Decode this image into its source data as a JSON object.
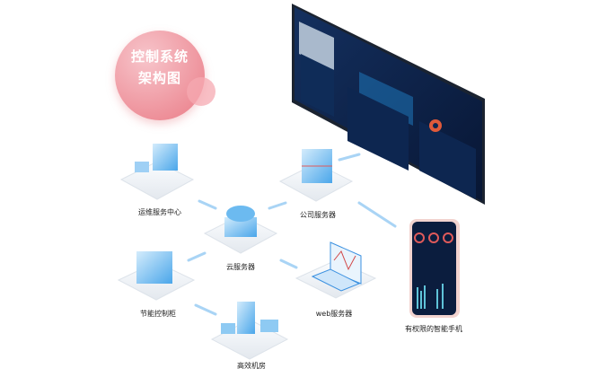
{
  "title": {
    "line1": "控制系统",
    "line2": "架构图"
  },
  "nodes": {
    "ops_center": "运维服务中心",
    "company_server": "公司服务器",
    "cloud_server": "云服务器",
    "energy_cabinet": "节能控制柜",
    "web_server": "web服务器",
    "machine_room": "高效机房",
    "smartphone": "有权限的智能手机"
  },
  "colors": {
    "accent": "#3aa0e8",
    "badge": "#ea7b86",
    "screen": "#0c1f45"
  }
}
